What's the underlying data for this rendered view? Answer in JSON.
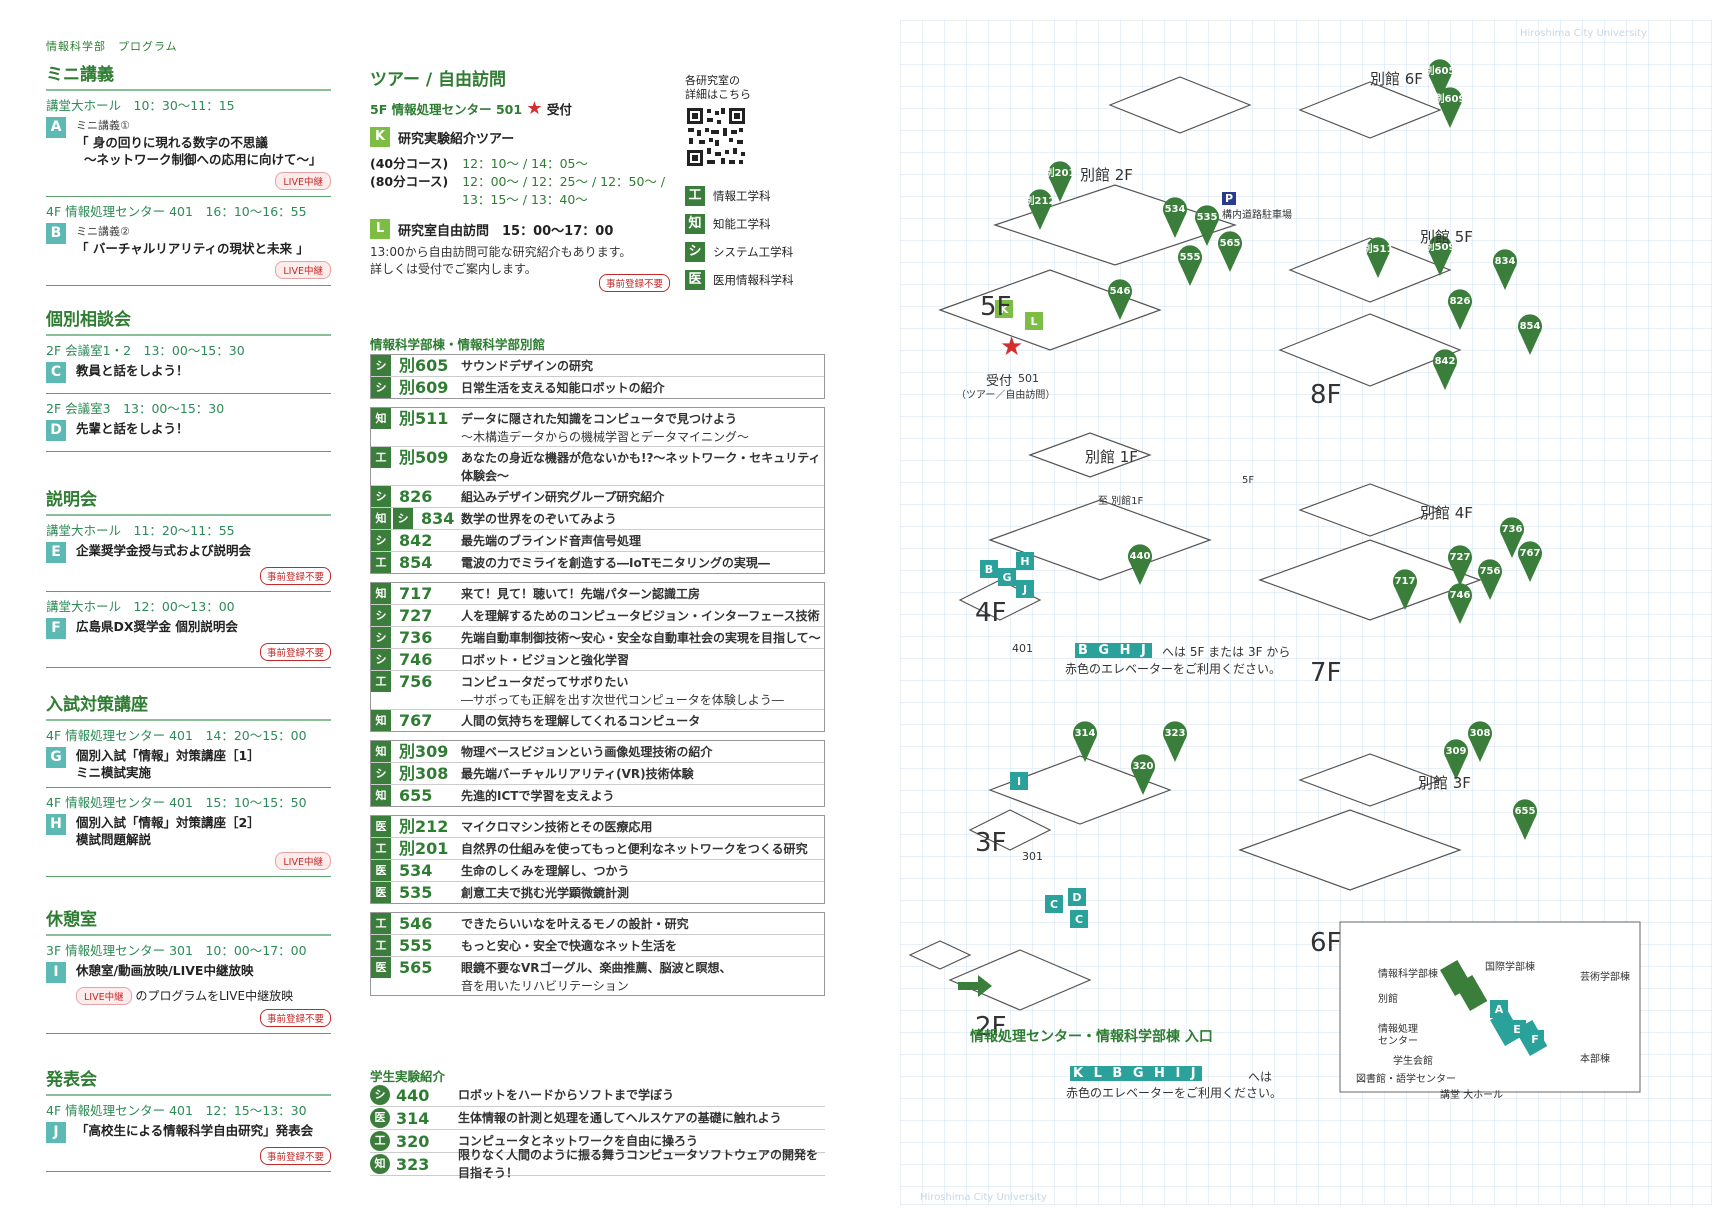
{
  "header": {
    "label": "情報科学部　プログラム"
  },
  "mini": {
    "title": "ミニ講義",
    "a": {
      "place": "講堂大ホール　10：30〜11：15",
      "code": "A",
      "sub": "ミニ講義①",
      "title1": "「 身の回りに現れる数字の不思議",
      "title2": "〜ネットワーク制御への応用に向けて〜」",
      "tag": "LIVE中継"
    },
    "b": {
      "place": "4F 情報処理センター 401　16：10〜16：55",
      "code": "B",
      "sub": "ミニ講義②",
      "title1": "「 バーチャルリアリティの現状と未来 」",
      "tag": "LIVE中継"
    }
  },
  "consult": {
    "title": "個別相談会",
    "c": {
      "place": "2F 会議室1・2　13：00〜15：30",
      "code": "C",
      "text": "教員と話をしよう！"
    },
    "d": {
      "place": "2F 会議室3　13：00〜15：30",
      "code": "D",
      "text": "先輩と話をしよう！"
    }
  },
  "briefing": {
    "title": "説明会",
    "e": {
      "place": "講堂大ホール　11：20〜11：55",
      "code": "E",
      "text": "企業奨学金授与式および説明会",
      "tag": "事前登録不要"
    },
    "f": {
      "place": "講堂大ホール　12：00〜13：00",
      "code": "F",
      "text": "広島県DX奨学金 個別説明会",
      "tag": "事前登録不要"
    }
  },
  "exam": {
    "title": "入試対策講座",
    "g": {
      "place": "4F 情報処理センター 401　14：20〜15：00",
      "code": "G",
      "text1": "個別入試「情報」対策講座［1］",
      "text2": "ミニ模試実施"
    },
    "h": {
      "place": "4F 情報処理センター 401　15：10〜15：50",
      "code": "H",
      "text1": "個別入試「情報」対策講座［2］",
      "text2": "模試問題解説",
      "tag": "LIVE中継"
    }
  },
  "rest": {
    "title": "休憩室",
    "i": {
      "place": "3F 情報処理センター 301　10：00〜17：00",
      "code": "I",
      "text": "休憩室/動画放映/LIVE中継放映",
      "live": "LIVE中継",
      "note": "のプログラムをLIVE中継放映",
      "tag": "事前登録不要"
    }
  },
  "presentation": {
    "title": "発表会",
    "j": {
      "place": "4F 情報処理センター 401　12：15〜13：30",
      "code": "J",
      "text": "「高校生による情報科学自由研究」発表会",
      "tag": "事前登録不要"
    }
  },
  "tour": {
    "title": "ツアー / 自由訪問",
    "reception": "5F 情報処理センター 501",
    "star": "★",
    "reception_label": "受付",
    "k_code": "K",
    "k_text": "研究実験紹介ツアー",
    "c40": "(40分コース)",
    "c40_times": "12：10〜 / 14：05〜",
    "c80": "(80分コース)",
    "c80_times1": "12：00〜 / 12：25〜 / 12：50〜 /",
    "c80_times2": "13：15〜 / 13：40〜",
    "l_code": "L",
    "l_text": "研究室自由訪問　15：00〜17：00",
    "note1": "13:00から自由訪問可能な研究紹介もあります。",
    "note2": "詳しくは受付でご案内します。",
    "tag": "事前登録不要"
  },
  "qr": {
    "caption1": "各研究室の",
    "caption2": "詳細はこちら"
  },
  "legend": [
    {
      "sym": "工",
      "label": "情報工学科"
    },
    {
      "sym": "知",
      "label": "知能工学科"
    },
    {
      "sym": "シ",
      "label": "システム工学科"
    },
    {
      "sym": "医",
      "label": "医用情報科学科"
    }
  ],
  "labs_title": "情報科学部棟・情報科学部別館",
  "labs": [
    [
      {
        "d": [
          "シ"
        ],
        "room": "別605",
        "name": "サウンドデザインの研究"
      },
      {
        "d": [
          "シ"
        ],
        "room": "別609",
        "name": "日常生活を支える知能ロボットの紹介"
      }
    ],
    [
      {
        "d": [
          "知"
        ],
        "room": "別511",
        "name": "データに隠された知識をコンピュータで見つけよう",
        "sub": "〜木構造データからの機械学習とデータマイニング〜"
      },
      {
        "d": [
          "工"
        ],
        "room": "別509",
        "name": "あなたの身近な機器が危ないかも!?〜ネットワーク・セキュリティ体験会〜"
      },
      {
        "d": [
          "シ"
        ],
        "room": "826",
        "name": "組込みデザイン研究グループ研究紹介"
      },
      {
        "d": [
          "知",
          "シ"
        ],
        "room": "834",
        "name": "数学の世界をのぞいてみよう"
      },
      {
        "d": [
          "シ"
        ],
        "room": "842",
        "name": "最先端のブラインド音声信号処理"
      },
      {
        "d": [
          "工"
        ],
        "room": "854",
        "name": "電波の力でミライを創造する―IoTモニタリングの実現―"
      }
    ],
    [
      {
        "d": [
          "知"
        ],
        "room": "717",
        "name": "来て！見て！聴いて！先端パターン認識工房"
      },
      {
        "d": [
          "シ"
        ],
        "room": "727",
        "name": "人を理解するためのコンピュータビジョン・インターフェース技術"
      },
      {
        "d": [
          "シ"
        ],
        "room": "736",
        "name": "先端自動車制御技術〜安心・安全な自動車社会の実現を目指して〜"
      },
      {
        "d": [
          "シ"
        ],
        "room": "746",
        "name": "ロボット・ビジョンと強化学習"
      },
      {
        "d": [
          "工"
        ],
        "room": "756",
        "name": "コンピュータだってサボりたい",
        "sub": "―サボっても正解を出す次世代コンピュータを体験しよう―"
      },
      {
        "d": [
          "知"
        ],
        "room": "767",
        "name": "人間の気持ちを理解してくれるコンピュータ"
      }
    ],
    [
      {
        "d": [
          "知"
        ],
        "room": "別309",
        "name": "物理ベースビジョンという画像処理技術の紹介"
      },
      {
        "d": [
          "シ"
        ],
        "room": "別308",
        "name": "最先端バーチャルリアリティ(VR)技術体験"
      },
      {
        "d": [
          "知"
        ],
        "room": "655",
        "name": "先進的ICTで学習を支えよう"
      }
    ],
    [
      {
        "d": [
          "医"
        ],
        "room": "別212",
        "name": "マイクロマシン技術とその医療応用"
      },
      {
        "d": [
          "工"
        ],
        "room": "別201",
        "name": "自然界の仕組みを使ってもっと便利なネットワークをつくる研究"
      },
      {
        "d": [
          "医"
        ],
        "room": "534",
        "name": "生命のしくみを理解し、つかう"
      },
      {
        "d": [
          "医"
        ],
        "room": "535",
        "name": "創意工夫で挑む光学顕微鏡計測"
      }
    ],
    [
      {
        "d": [
          "工"
        ],
        "room": "546",
        "name": "できたらいいなを叶えるモノの設計・研究"
      },
      {
        "d": [
          "工"
        ],
        "room": "555",
        "name": "もっと安心・安全で快適なネット生活を"
      },
      {
        "d": [
          "医"
        ],
        "room": "565",
        "name": "眼鏡不要なVRゴーグル、楽曲推薦、脳波と瞑想、",
        "sub": "音を用いたリハビリテーション"
      }
    ]
  ],
  "students_title": "学生実験紹介",
  "students": [
    {
      "d": "シ",
      "room": "440",
      "name": "ロボットをハードからソフトまで学ぼう"
    },
    {
      "d": "医",
      "room": "314",
      "name": "生体情報の計測と処理を通してヘルスケアの基礎に触れよう"
    },
    {
      "d": "工",
      "room": "320",
      "name": "コンピュータとネットワークを自由に操ろう"
    },
    {
      "d": "知",
      "room": "323",
      "name": "限りなく人間のように振る舞うコンピュータソフトウェアの開発を目指そう！"
    }
  ],
  "map": {
    "watermark": "Hiroshima City University",
    "floors": {
      "f5": "5F",
      "f4": "4F",
      "f3": "3F",
      "f2": "2F",
      "a6": "別館 6F",
      "a2": "別館 2F",
      "a5": "別館 5F",
      "a1": "別館 1F",
      "a4": "別館 4F",
      "a3": "別館 3F",
      "f8": "8F",
      "f7": "7F",
      "f6": "6F"
    },
    "reception": "受付",
    "reception_room": "501",
    "reception_note": "（ツアー／自由訪問）",
    "room401": "401",
    "room301": "301",
    "parking": "P",
    "parking_label": "構内道路駐車場",
    "to_annex": "至 別館1F",
    "five_f": "5F",
    "elevator_note1_codes": "B G H J",
    "elevator_note1_a": "へは 5F または 3F から",
    "elevator_note1_b": "赤色のエレベーターをご利用ください。",
    "entrance": "情報処理センター・情報科学部棟 入口",
    "elevator_note2_codes": "K L B G H I J",
    "elevator_note2_a": "へは",
    "elevator_note2_b": "赤色のエレベーターをご利用ください。",
    "campus": {
      "joho": "情報科学部棟",
      "bekkan": "別館",
      "center1": "情報処理",
      "center2": "センター",
      "kokusai": "国際学部棟",
      "geijutsu": "芸術学部棟",
      "gakusei": "学生会館",
      "honbu": "本部棟",
      "tosho": "図書館・語学センター",
      "kodo": "講堂 大ホール"
    }
  }
}
